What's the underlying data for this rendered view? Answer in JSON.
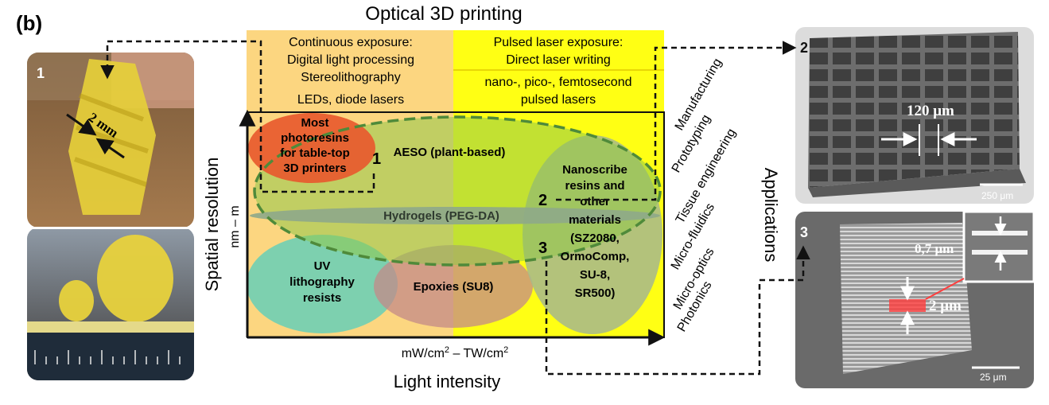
{
  "panel_label": "(b)",
  "title": "Optical 3D printing",
  "columns": {
    "left": {
      "heading": [
        "Continuous exposure:",
        "Digital light processing",
        "Stereolithography"
      ],
      "sources": "LEDs, diode lasers"
    },
    "right": {
      "heading": [
        "Pulsed laser exposure:",
        "Direct laser writing"
      ],
      "sources": [
        "nano-, pico-, femtosecond",
        "pulsed lasers"
      ]
    }
  },
  "axes": {
    "y_label": "Spatial resolution",
    "y_range": "nm – m",
    "x_label": "Light intensity",
    "x_range_prefix": "mW/cm",
    "x_range_sup1": "2",
    "x_range_mid": " – TW/cm",
    "x_range_sup2": "2"
  },
  "materials": {
    "photoresins": [
      "Most",
      "photoresins",
      "for table-top",
      "3D printers"
    ],
    "aeso": "AESO (plant-based)",
    "nanoscribe": [
      "Nanoscribe",
      "resins and",
      "other",
      "materials",
      "(SZ2080,",
      "OrmoComp,",
      "SU-8,",
      "SR500)"
    ],
    "hydrogels": "Hydrogels (PEG-DA)",
    "uv_resists": [
      "UV",
      "lithography",
      "resists"
    ],
    "epoxies": "Epoxies (SU8)"
  },
  "markers": [
    "1",
    "2",
    "3"
  ],
  "applications": {
    "title": "Applications",
    "items": [
      "Manufacturing",
      "Prototyping",
      "Tissue engineering",
      "Micro-fluidics",
      "Micro-optics",
      "Photonics"
    ]
  },
  "photos": {
    "p1_number": "1",
    "p1_dimension": "2 mm",
    "p2_number": "2",
    "p2_dimension": "120 μm",
    "p2_scalebar": "250 μm",
    "p3_number": "3",
    "p3_dimension_inset": "0,7 μm",
    "p3_dimension": "2 μm",
    "p3_scalebar": "25 μm"
  },
  "colors": {
    "left_column": "#fcd680",
    "right_column": "#ffff14",
    "photoresins": "#e85a2e",
    "aeso": "#8fc84a",
    "nanoscribe": "#a9b98a",
    "hydrogels": "#8ea88a",
    "uv_resists": "#6fcfb4",
    "epoxies": "#c48a88",
    "dashed_green": "#4f8a3a",
    "sem_gray": "#8c8c8c"
  }
}
